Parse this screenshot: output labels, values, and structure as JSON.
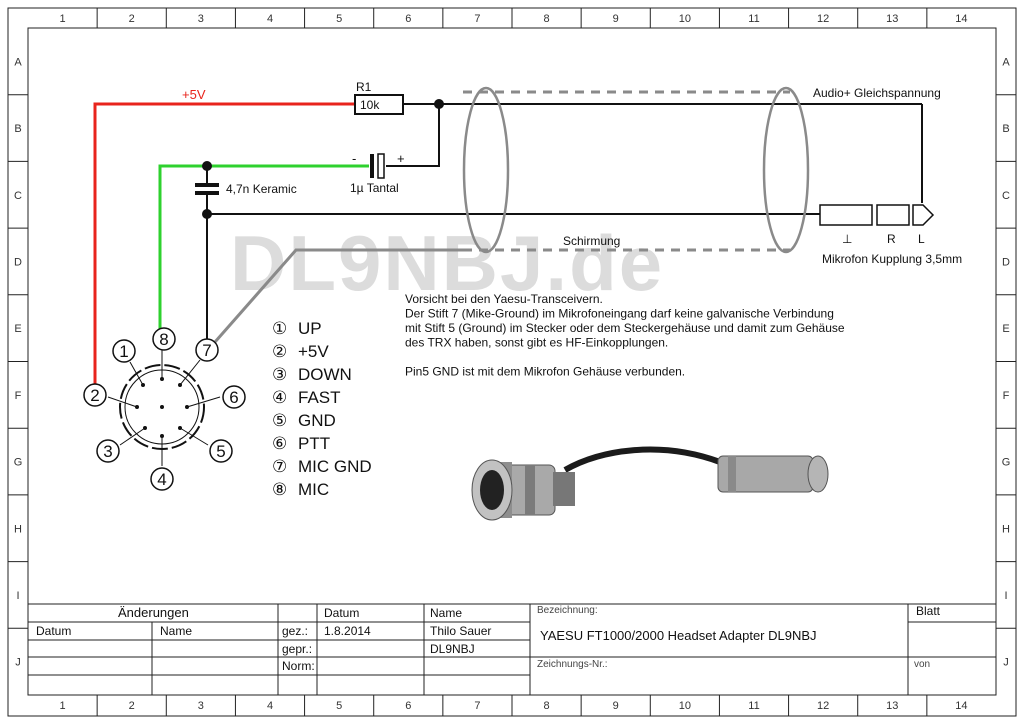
{
  "grid": {
    "cols": [
      "1",
      "2",
      "3",
      "4",
      "5",
      "6",
      "7",
      "8",
      "9",
      "10",
      "11",
      "12",
      "13",
      "14"
    ],
    "rows": [
      "A",
      "B",
      "C",
      "D",
      "E",
      "F",
      "G",
      "H",
      "I",
      "J"
    ]
  },
  "watermark": "DL9NBJ.de",
  "circuit": {
    "plus5v": "+5V",
    "r1_name": "R1",
    "r1_value": "10k",
    "cap_ceramic": "4,7n Keramic",
    "cap_tantal": "1µ Tantal",
    "cap_minus": "-",
    "cap_plus": "+",
    "audio_label": "Audio+ Gleichspannung",
    "shield_label": "Schirmung",
    "jack_ground": "⊥",
    "jack_r": "R",
    "jack_l": "L",
    "jack_label": "Mikrofon Kupplung 3,5mm",
    "colors": {
      "red": "#e8241c",
      "green": "#2ed12e",
      "gray": "#8a8a8a",
      "black": "#111111"
    }
  },
  "connector_pins": [
    "1",
    "2",
    "3",
    "4",
    "5",
    "6",
    "7",
    "8"
  ],
  "pin_list": [
    {
      "num": "①",
      "label": "UP"
    },
    {
      "num": "②",
      "label": "+5V"
    },
    {
      "num": "③",
      "label": "DOWN"
    },
    {
      "num": "④",
      "label": "FAST"
    },
    {
      "num": "⑤",
      "label": "GND"
    },
    {
      "num": "⑥",
      "label": "PTT"
    },
    {
      "num": "⑦",
      "label": "MIC GND"
    },
    {
      "num": "⑧",
      "label": "MIC"
    }
  ],
  "notes": [
    "Vorsicht bei den Yaesu-Transceivern.",
    "Der Stift 7 (Mike-Ground) im Mikrofoneingang darf keine galvanische Verbindung",
    "mit Stift 5 (Ground) im Stecker oder dem Steckergehäuse und damit zum Gehäuse",
    "des TRX haben, sonst gibt es HF-Einkopplungen.",
    "",
    "Pin5 GND ist mit dem Mikrofon Gehäuse verbunden."
  ],
  "title_block": {
    "aenderungen": "Änderungen",
    "datum_col": "Datum",
    "name_col": "Name",
    "datum_head": "Datum",
    "name_head": "Name",
    "gez": "gez.:",
    "gez_date": "1.8.2014",
    "gez_name": "Thilo Sauer",
    "gepr": "gepr.:",
    "gepr_name": "DL9NBJ",
    "norm": "Norm:",
    "bezeichnung_label": "Bezeichnung:",
    "bezeichnung": "YAESU FT1000/2000 Headset Adapter DL9NBJ",
    "zeichnungs_nr": "Zeichnungs-Nr.:",
    "blatt": "Blatt",
    "von": "von"
  }
}
